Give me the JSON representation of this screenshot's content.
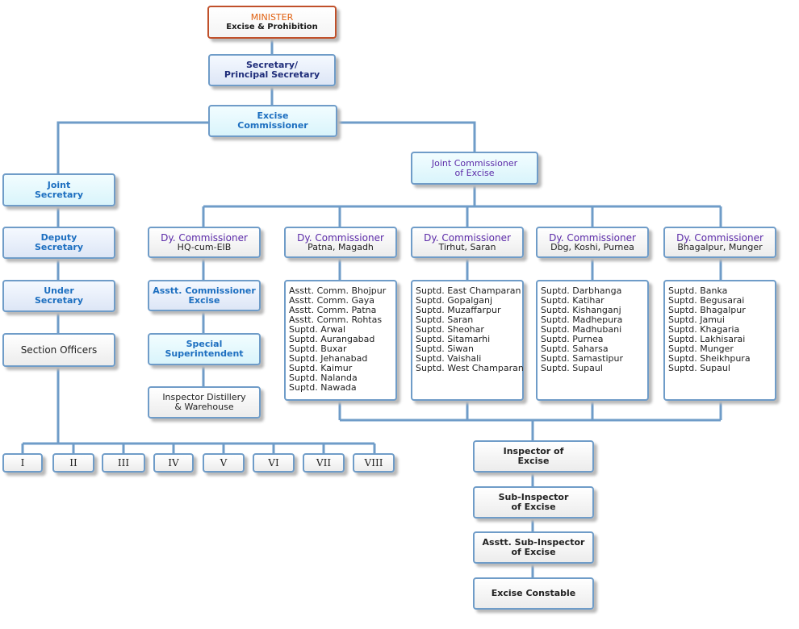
{
  "minister": {
    "title": "MINISTER",
    "subtitle": "Excise & Prohibition"
  },
  "secretary": {
    "line1": "Secretary/",
    "line2": "Principal Secretary"
  },
  "excise_commissioner": {
    "line1": "Excise",
    "line2": "Commissioner"
  },
  "joint_commissioner": {
    "line1": "Joint Commissioner",
    "line2": "of Excise"
  },
  "joint_secretary": {
    "line1": "Joint",
    "line2": "Secretary"
  },
  "deputy_secretary": {
    "line1": "Deputy",
    "line2": "Secretary"
  },
  "under_secretary": {
    "line1": "Under",
    "line2": "Secretary"
  },
  "section_officers": "Section Officers",
  "sections": [
    "I",
    "II",
    "III",
    "IV",
    "V",
    "VI",
    "VII",
    "VIII"
  ],
  "dy_hq": {
    "title": "Dy. Commissioner",
    "region": "HQ-cum-EIB"
  },
  "asstt_commissioner": {
    "line1": "Asstt. Commissioner",
    "line2": "Excise"
  },
  "special_superintendent": {
    "line1": "Special",
    "line2": "Superintendent"
  },
  "inspector_distillery": {
    "line1": "Inspector Distillery",
    "line2": "& Warehouse"
  },
  "dy_commissioners": [
    {
      "title": "Dy. Commissioner",
      "region": "Patna, Magadh",
      "items": [
        "Asstt. Comm. Bhojpur",
        "Asstt. Comm. Gaya",
        "Asstt. Comm. Patna",
        "Asstt. Comm. Rohtas",
        "Suptd. Arwal",
        "Suptd. Aurangabad",
        "Suptd. Buxar",
        "Suptd. Jehanabad",
        "Suptd. Kaimur",
        "Suptd. Nalanda",
        "Suptd. Nawada"
      ]
    },
    {
      "title": "Dy. Commissioner",
      "region": "Tirhut, Saran",
      "items": [
        "Suptd. East Champaran",
        "Suptd. Gopalganj",
        "Suptd. Muzaffarpur",
        "Suptd. Saran",
        "Suptd. Sheohar",
        "Suptd. Sitamarhi",
        "Suptd. Siwan",
        "Suptd. Vaishali",
        "Suptd. West Champaran"
      ]
    },
    {
      "title": "Dy. Commissioner",
      "region": "Dbg, Koshi, Purnea",
      "items": [
        "Suptd. Darbhanga",
        "Suptd. Katihar",
        "Suptd. Kishanganj",
        "Suptd. Madhepura",
        "Suptd. Madhubani",
        "Suptd. Purnea",
        "Suptd. Saharsa",
        "Suptd. Samastipur",
        "Suptd. Supaul"
      ]
    },
    {
      "title": "Dy. Commissioner",
      "region": "Bhagalpur, Munger",
      "items": [
        "Suptd. Banka",
        "Suptd. Begusarai",
        "Suptd. Bhagalpur",
        "Suptd. Jamui",
        "Suptd. Khagaria",
        "Suptd. Lakhisarai",
        "Suptd. Munger",
        "Suptd. Sheikhpura",
        "Suptd. Supaul"
      ]
    }
  ],
  "inspector": {
    "line1": "Inspector of",
    "line2": "Excise"
  },
  "sub_inspector": {
    "line1": "Sub-Inspector",
    "line2": "of Excise"
  },
  "asstt_sub_inspector": {
    "line1": "Asstt. Sub-Inspector",
    "line2": "of Excise"
  },
  "constable": "Excise Constable",
  "colors": {
    "connector": "#6f9cc8",
    "border": "#6f9cc8",
    "minister_border": "#c0502a",
    "purple_text": "#5b2aa8",
    "blue_text": "#1d6fc0",
    "navy_text": "#1f2d7a",
    "orange_text": "#e06010"
  }
}
